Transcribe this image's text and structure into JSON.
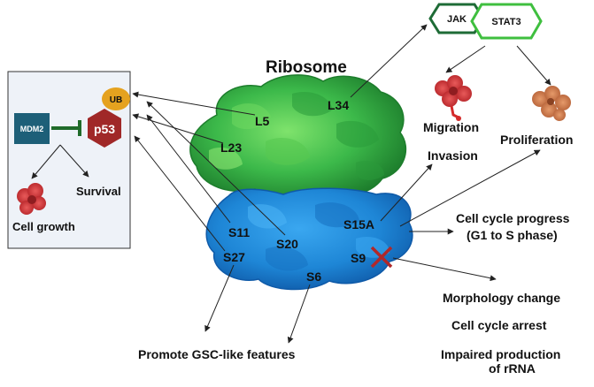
{
  "title": "Ribosome",
  "p53_panel": {
    "mdm2": "MDM2",
    "p53": "p53",
    "ub": "UB",
    "cell_growth": "Cell growth",
    "survival": "Survival"
  },
  "pathway": {
    "jak": "JAK",
    "stat3": "STAT3",
    "migration": "Migration",
    "invasion": "Invasion",
    "proliferation": "Proliferation"
  },
  "large_subunit": {
    "proteins": [
      "L5",
      "L34",
      "L23"
    ],
    "color": "#3cb94a"
  },
  "small_subunit": {
    "proteins": [
      "S15A",
      "S11",
      "S20",
      "S27",
      "S9",
      "S6"
    ],
    "color": "#1e86d6"
  },
  "outcomes": {
    "cell_cycle_line1": "Cell cycle progress",
    "cell_cycle_line2": "(G1 to S phase)",
    "morphology": "Morphology  change",
    "arrest": "Cell cycle arrest",
    "impaired_line1": "Impaired production",
    "impaired_line2": "of rRNA",
    "gsc": "Promote GSC-like features"
  },
  "colors": {
    "mdm2": "#1d5f78",
    "p53": "#a02828",
    "ub": "#e5a21f",
    "inhibition": "#1f6b2a",
    "cross": "#b0282a",
    "jak_border": "#1e6b36",
    "stat3_border": "#3fbf3f"
  }
}
